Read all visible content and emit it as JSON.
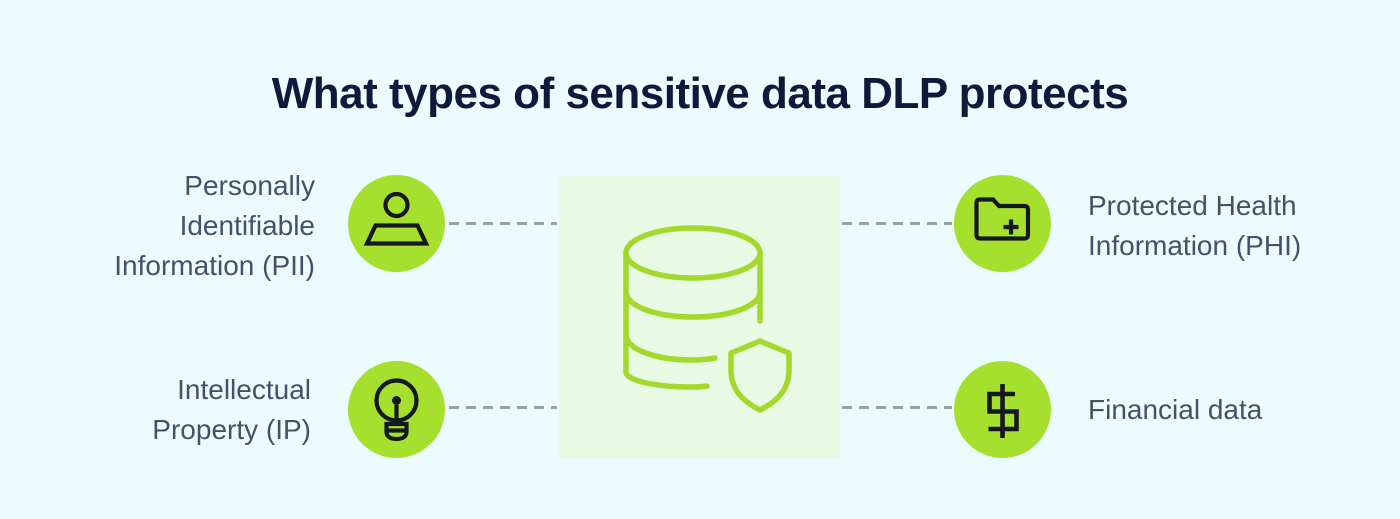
{
  "title": "What types of sensitive data DLP protects",
  "colors": {
    "background": "#ecfbfd",
    "title_color": "#0e1a3c",
    "text_color": "#475069",
    "circle_green": "#a6e02e",
    "box_green": "#e8fae4",
    "icon_line_green": "#a2d92c",
    "dash_gray": "#95a0a9",
    "icon_black": "#15181d"
  },
  "center": {
    "icon": "database-shield-icon"
  },
  "items": [
    {
      "id": "pii",
      "position": "top-left",
      "icon": "person-icon",
      "lines": [
        "Personally",
        "Identifiable",
        "Information (PII)"
      ]
    },
    {
      "id": "phi",
      "position": "top-right",
      "icon": "folder-plus-icon",
      "lines": [
        "Protected Health",
        "Information (PHI)"
      ]
    },
    {
      "id": "ip",
      "position": "bottom-left",
      "icon": "lightbulb-icon",
      "lines": [
        "Intellectual",
        "Property (IP)"
      ]
    },
    {
      "id": "financial",
      "position": "bottom-right",
      "icon": "dollar-icon",
      "lines": [
        "Financial data"
      ]
    }
  ]
}
